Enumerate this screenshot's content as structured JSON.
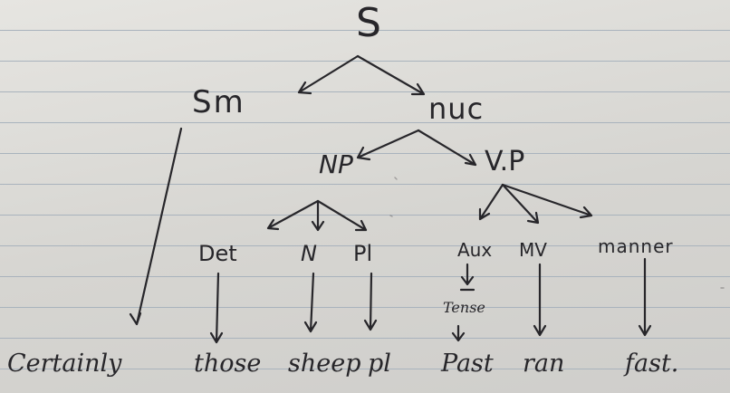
{
  "tree": {
    "root": "S",
    "sentence_modifier": "Sm",
    "nucleus": "nuc",
    "noun_phrase": "NP",
    "verb_phrase": "V.P",
    "determiner": "Det",
    "noun": "N",
    "plural": "Pl",
    "auxiliary": "Aux",
    "main_verb": "MV",
    "manner": "manner",
    "tense": "Tense"
  },
  "words": [
    "Certainly",
    "those",
    "sheep",
    "pl",
    "Past",
    "ran",
    "fast."
  ],
  "colors": {
    "ink": "#27262a",
    "paper": "#dcdbd7",
    "rule": "#a9b3bd"
  }
}
